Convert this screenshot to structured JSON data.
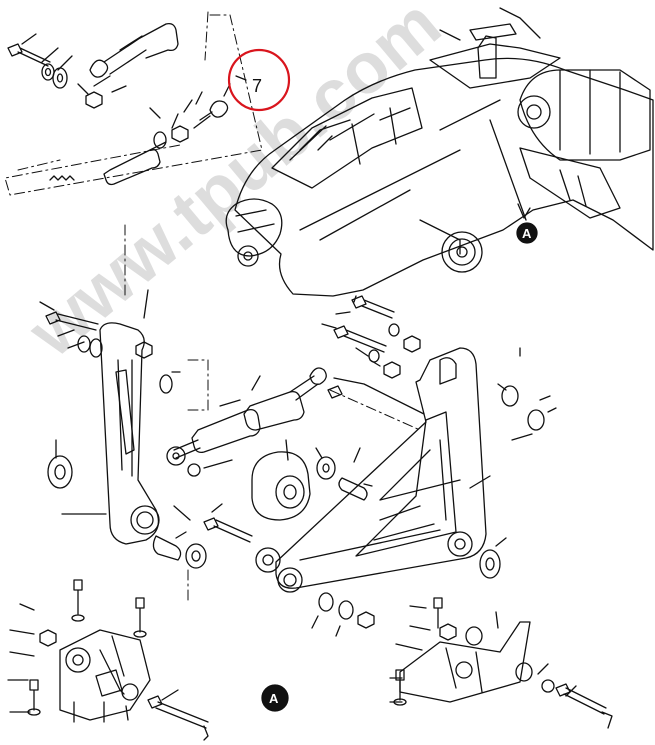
{
  "diagram": {
    "detail_label": "A",
    "figure_number": "7",
    "watermark": "www.tpub.com",
    "colors": {
      "line": "#111111",
      "paper": "#ffffff",
      "highlight_circle": "#d9151d",
      "watermark": "#000000"
    }
  }
}
